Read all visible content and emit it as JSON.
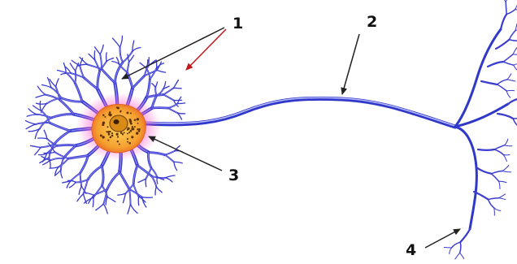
{
  "diagram": {
    "colors": {
      "dendrite": "#3b3bd0",
      "dendrite_highlight": "#8e8ef0",
      "soma_glow": "#ff5fc8",
      "soma_body": "#f7a93a",
      "nucleus": "#d98b18",
      "dots": "#5b3200",
      "axon": "#2f38c8",
      "axon_highlight": "#b8bcff",
      "arrow": "#222222",
      "arrow_red": "#c01818"
    },
    "callouts": [
      {
        "label": "1",
        "points_to": "dendrites"
      },
      {
        "label": "2",
        "points_to": "axon"
      },
      {
        "label": "3",
        "points_to": "cell-body"
      },
      {
        "label": "4",
        "points_to": "axon-terminal"
      }
    ]
  }
}
